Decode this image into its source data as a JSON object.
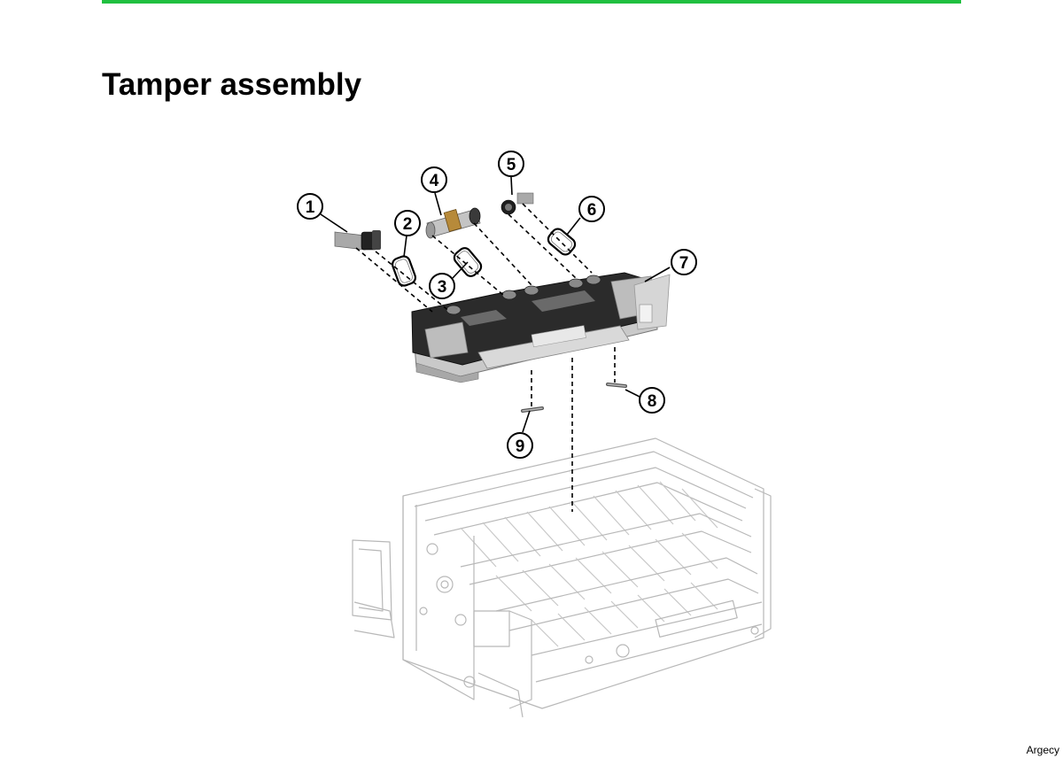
{
  "header": {
    "accent_color": "#20c040",
    "title": "Tamper assembly"
  },
  "diagram": {
    "callouts": [
      "1",
      "2",
      "3",
      "4",
      "5",
      "6",
      "7",
      "8",
      "9"
    ]
  },
  "footer": {
    "watermark": "Argecy"
  }
}
